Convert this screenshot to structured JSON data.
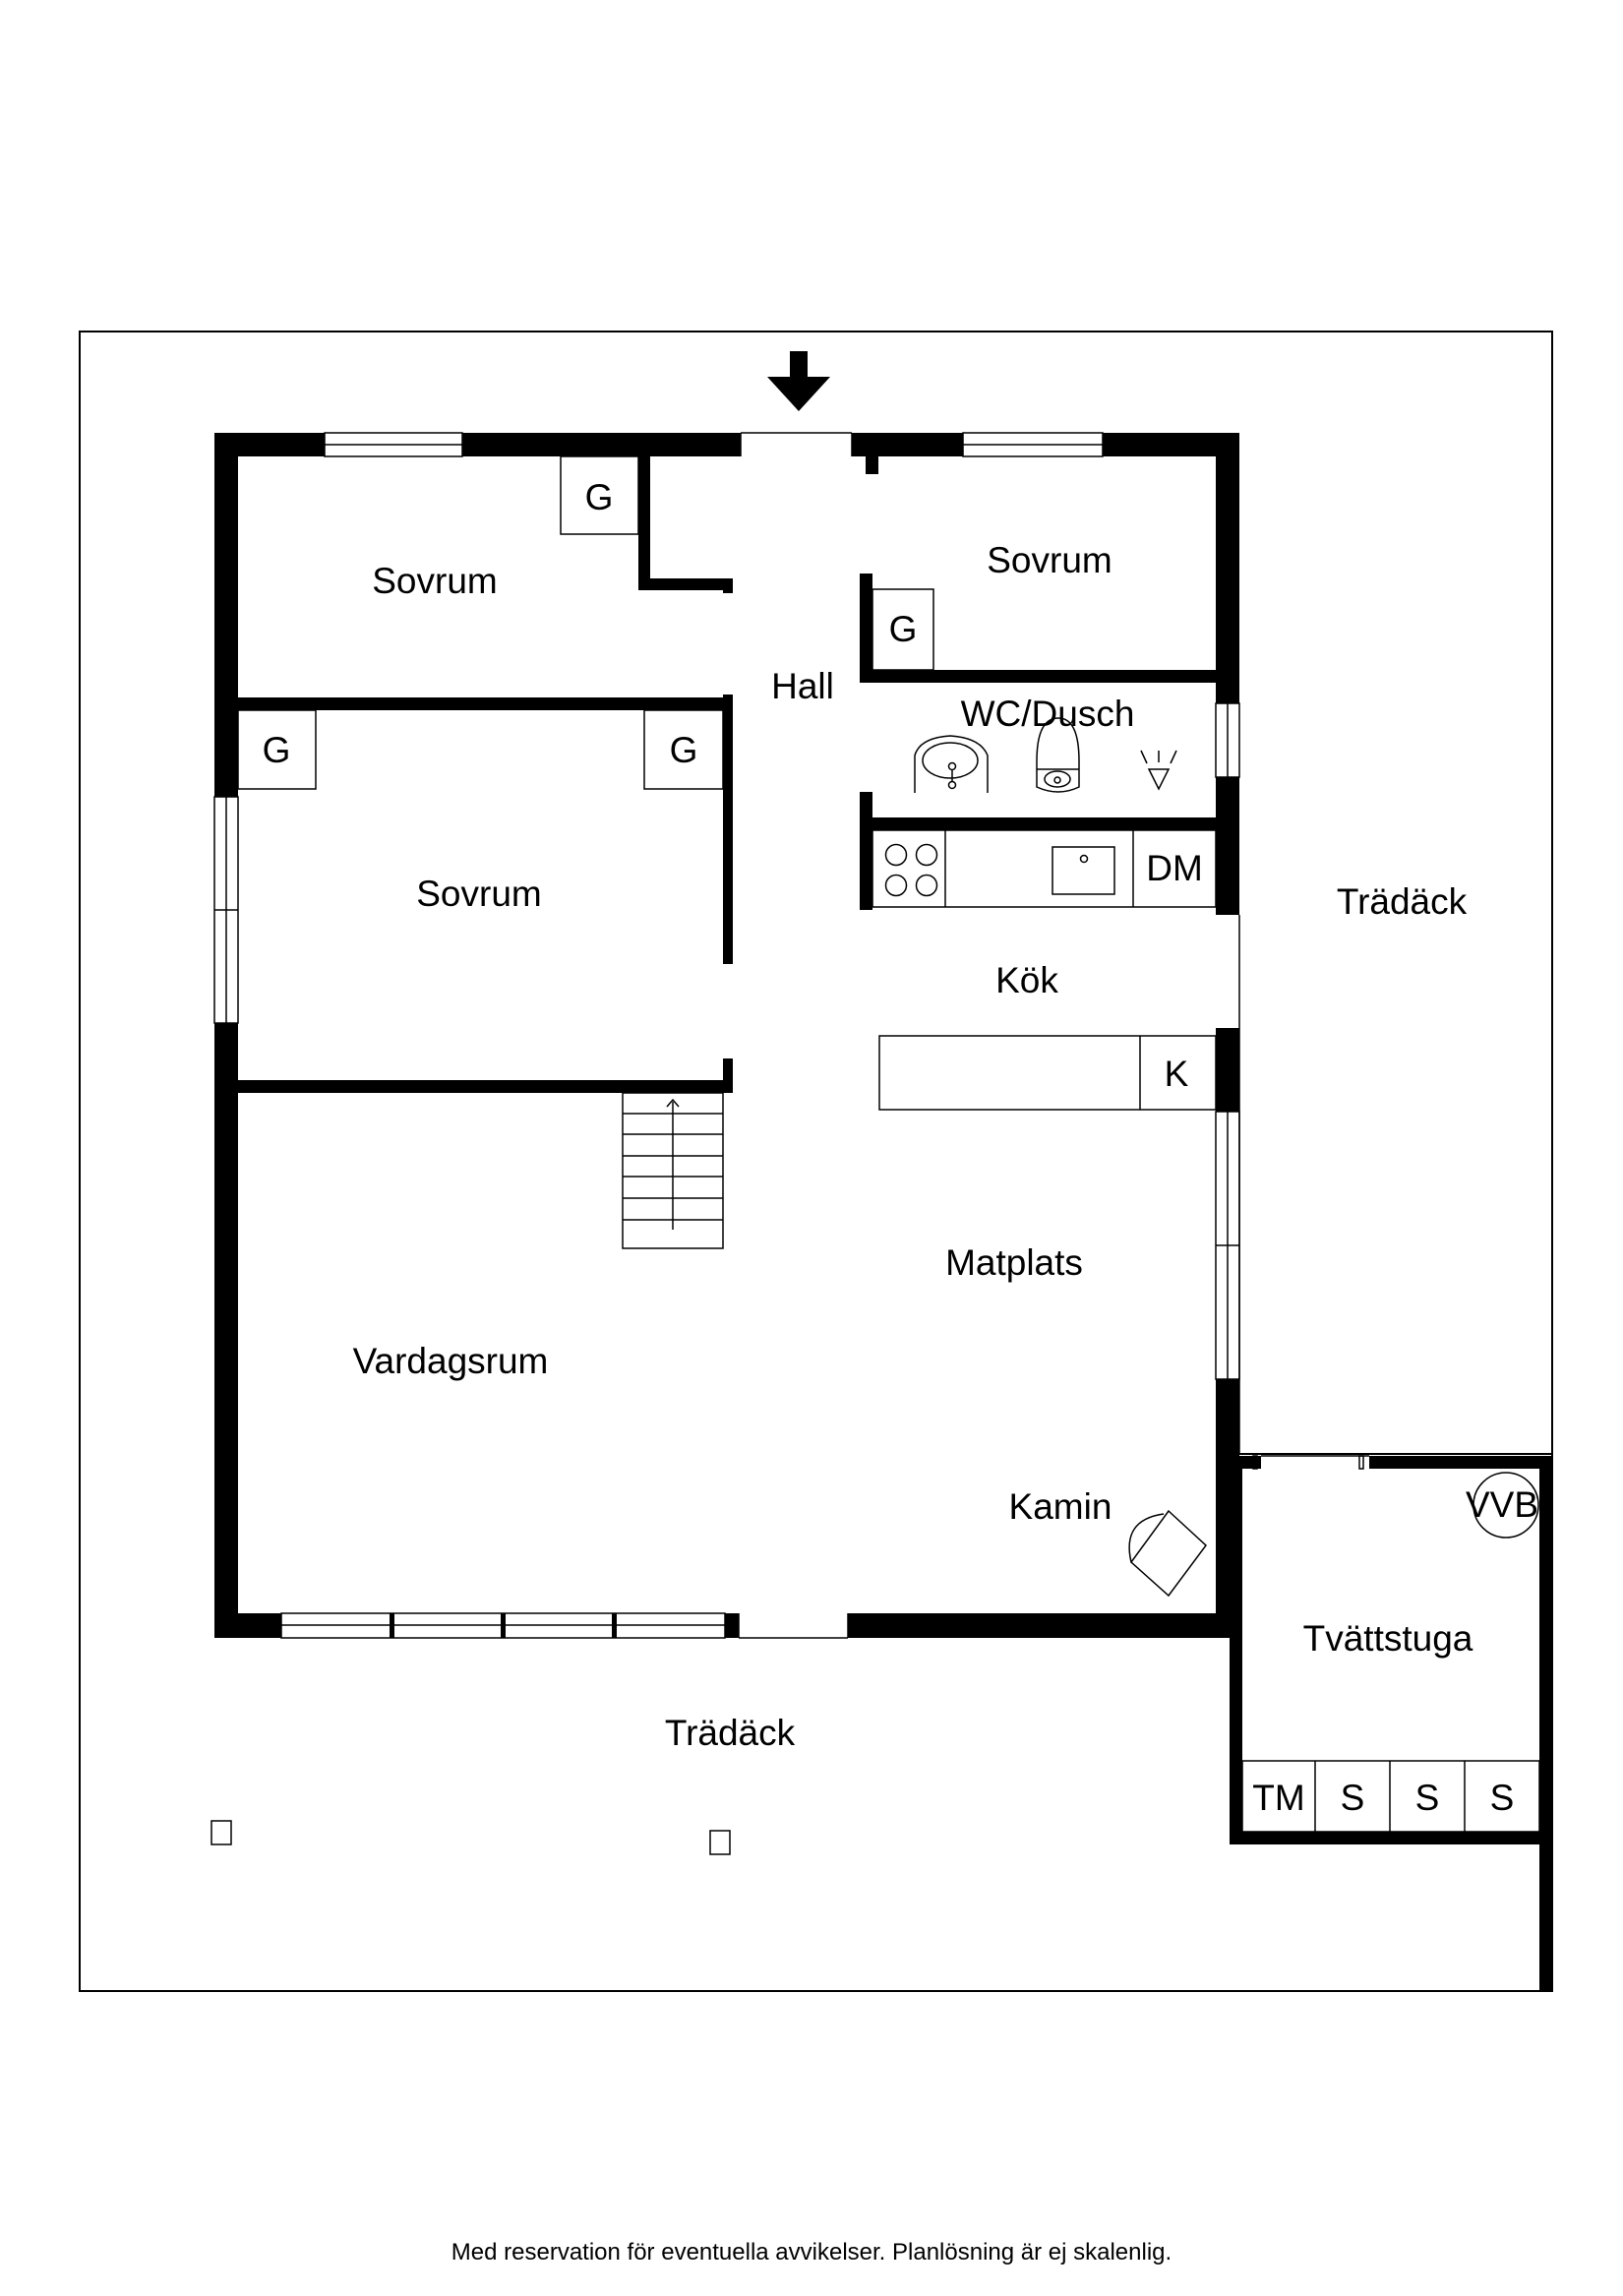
{
  "plan": {
    "type": "floor-plan",
    "rooms": [
      {
        "id": "sovrum-1",
        "label": "Sovrum"
      },
      {
        "id": "sovrum-2",
        "label": "Sovrum"
      },
      {
        "id": "sovrum-3",
        "label": "Sovrum"
      },
      {
        "id": "hall",
        "label": "Hall"
      },
      {
        "id": "wc-dusch",
        "label": "WC/Dusch"
      },
      {
        "id": "kok",
        "label": "Kök"
      },
      {
        "id": "matplats",
        "label": "Matplats"
      },
      {
        "id": "vardagsrum",
        "label": "Vardagsrum"
      },
      {
        "id": "kamin",
        "label": "Kamin"
      },
      {
        "id": "tvattstuga",
        "label": "Tvättstuga"
      },
      {
        "id": "tradack-east",
        "label": "Trädäck"
      },
      {
        "id": "tradack-south",
        "label": "Trädäck"
      }
    ],
    "fixtures": {
      "wardrobe": "G",
      "dishwasher": "DM",
      "fridge": "K",
      "water_heater": "VVB",
      "dryer": "TM",
      "storage": "S"
    },
    "entry_marker": "entrance-arrow"
  },
  "footer": {
    "disclaimer": "Med reservation för eventuella avvikelser. Planlösning är ej skalenlig."
  }
}
